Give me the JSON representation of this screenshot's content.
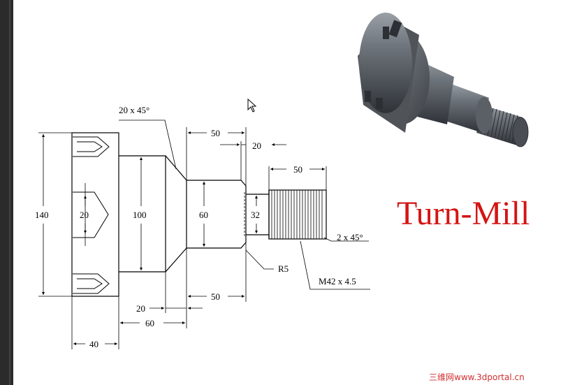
{
  "title": "Turn-Mill",
  "watermark": "三维网www.3dportal.cn",
  "dimensions": {
    "d140": "140",
    "d20_hole": "20",
    "d100": "100",
    "d60": "60",
    "d32": "32",
    "chamfer_top": "20 x 45°",
    "top_50": "50",
    "top_20": "20",
    "thread_50": "50",
    "chamfer_thread": "2 x 45°",
    "radius": "R5",
    "thread_spec": "M42 x 4.5",
    "bottom_50": "50",
    "bottom_20": "20",
    "bottom_60": "60",
    "bottom_40": "40"
  },
  "colors": {
    "title": "#d41414",
    "line": "#000000",
    "part_body": "#5f646b"
  },
  "icons": [
    "mouse-cursor-icon"
  ]
}
